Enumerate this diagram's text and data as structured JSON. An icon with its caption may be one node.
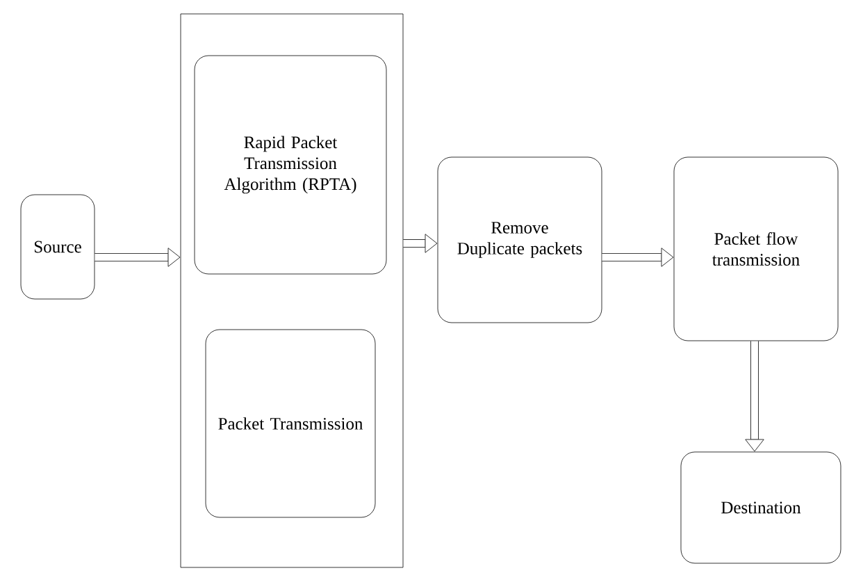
{
  "diagram": {
    "nodes": [
      {
        "text": [
          "Source"
        ]
      },
      {
        "text": [],
        "shape": "box"
      },
      {
        "text": [
          "Rapid Packet Transmission Algorithm (RPTA)"
        ],
        "in": 1
      },
      {
        "text": [
          "Packet Transmission"
        ],
        "in": 1
      },
      {
        "text": [
          "Remove Duplicate packets"
        ]
      },
      {
        "text": [
          "Packet flow transmission"
        ]
      },
      {
        "text": [
          "Destination"
        ]
      }
    ],
    "edges": [
      {
        "from": 0,
        "to": 1,
        "arrow": "to"
      },
      {
        "from": 1,
        "to": 4,
        "arrow": "to"
      },
      {
        "from": 4,
        "to": 5,
        "arrow": "to"
      },
      {
        "from": 5,
        "to": 6,
        "arrow": "to"
      }
    ]
  }
}
